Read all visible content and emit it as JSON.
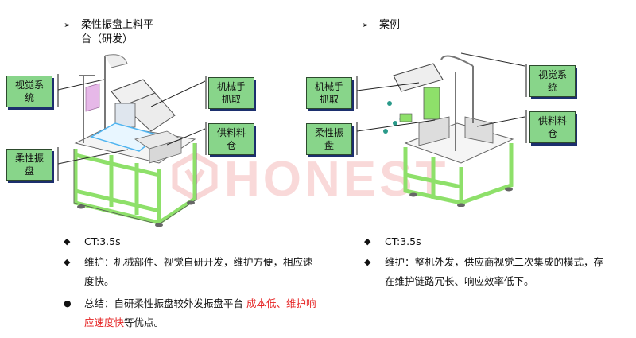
{
  "left_panel": {
    "heading_arrow": "➢",
    "heading_line1": "柔性振盘上料平",
    "heading_line2": "台（研发）",
    "labels": {
      "vision": [
        "视觉系",
        "统"
      ],
      "robot": [
        "机械手",
        "抓取"
      ],
      "feeder": [
        "柔性振",
        "盘"
      ],
      "bin": [
        "供料料",
        "仓"
      ]
    },
    "bullets": [
      {
        "marker": "◆",
        "lines": [
          "CT:3.5s"
        ]
      },
      {
        "marker": "◆",
        "lines": [
          "维护：机械部件、视觉自研开发，维护方便，相应速",
          "度快。"
        ]
      },
      {
        "marker": "●",
        "prefix": "总结：自研柔性振盘较外发振盘平台 ",
        "highlight1": "成本低、维护响",
        "highlight2": "应速度快",
        "suffix": "等优点。"
      }
    ]
  },
  "right_panel": {
    "heading_arrow": "➢",
    "heading": "案例",
    "labels": {
      "robot": [
        "机械手",
        "抓取"
      ],
      "feeder": [
        "柔性振",
        "盘"
      ],
      "vision": [
        "视觉系",
        "统"
      ],
      "bin": [
        "供料料",
        "仓"
      ]
    },
    "bullets": [
      {
        "marker": "◆",
        "lines": [
          "CT:3.5s"
        ]
      },
      {
        "marker": "◆",
        "lines": [
          "维护：整机外发，供应商视觉二次集成的模式，存",
          "在维护链路冗长、响应效率低下。"
        ]
      }
    ]
  },
  "watermark": "HONEST",
  "colors": {
    "label_fill": "#88d58a",
    "label_shadow": "#1c2f6e",
    "highlight": "#e52222",
    "frame_green": "#8ee06a",
    "watermark": "#e87878"
  }
}
